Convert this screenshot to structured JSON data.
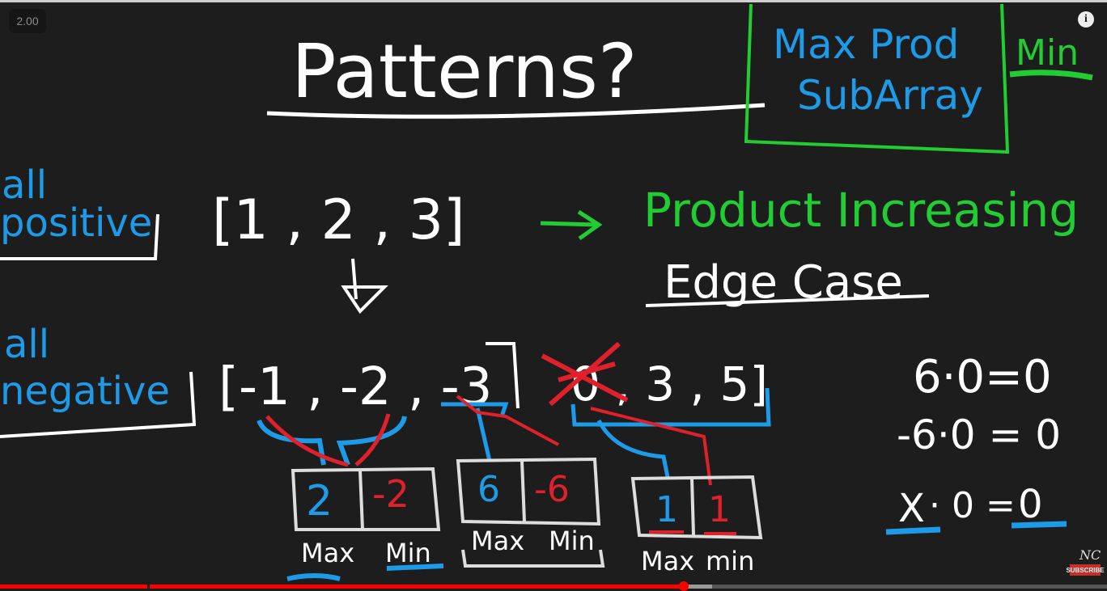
{
  "player": {
    "speed_label": "2.00",
    "info_icon": "i",
    "channel_logo": "NC",
    "subscribe_label": "SUBSCRIBE",
    "progress_percent": 61.8,
    "buffered_percent": 64.3,
    "colors": {
      "played": "#ff0000",
      "accent_green": "#22cc33",
      "accent_blue": "#1e9be8",
      "accent_red": "#e0202a"
    }
  },
  "board": {
    "title": "Patterns?",
    "box_title_1": "Max Prod",
    "box_title_2": "SubArray",
    "min_label": "Min",
    "all_positive_1": "all",
    "all_positive_2": "positive",
    "positive_array": "[1 , 2 , 3]",
    "product_increasing": "Product Increasing",
    "edge_case": "Edge Case",
    "all_negative_1": "all",
    "all_negative_2": "negative",
    "negative_array": "[-1 , -2 , -3",
    "zero_part": "0 , 3 , 5]",
    "eq1": "6·0=0",
    "eq2": "-6·0 = 0",
    "eq3_x": "X",
    "eq3_rest": "· 0 =",
    "eq3_zero": "0",
    "cells": [
      {
        "max": "2",
        "min": "-2",
        "max_label": "Max",
        "min_label": "Min"
      },
      {
        "max": "6",
        "min": "-6",
        "max_label": "Max",
        "min_label": "Min"
      },
      {
        "max": "1",
        "min": "1",
        "max_label": "Max",
        "min_label": "min"
      }
    ]
  }
}
